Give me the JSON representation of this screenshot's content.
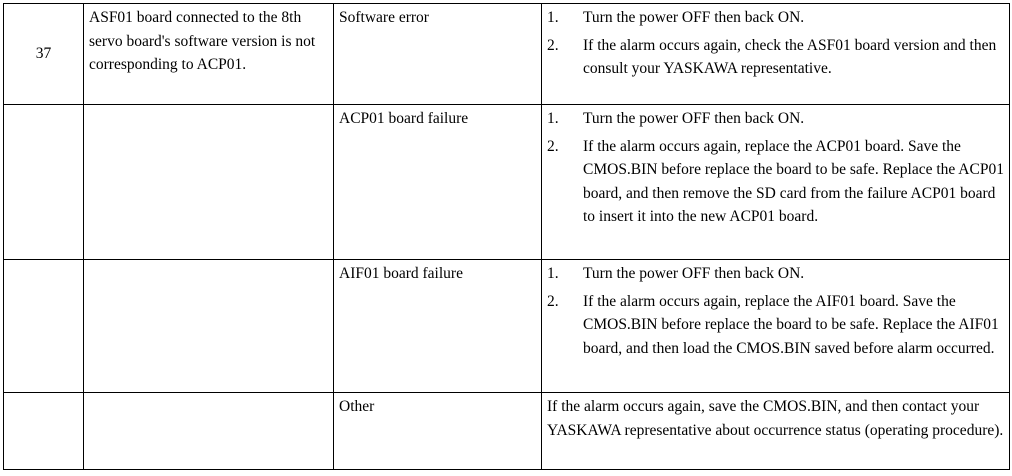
{
  "rows": [
    {
      "number": "37",
      "condition": "ASF01 board connected to the 8th servo board's software version is not corresponding to ACP01.",
      "cause": "Software error",
      "steps": [
        {
          "n": "1.",
          "text": "Turn the power OFF then back ON."
        },
        {
          "n": "2.",
          "text": "If the alarm occurs again, check the ASF01 board version and then consult your YASKAWA representative."
        }
      ]
    },
    {
      "number": "",
      "condition": "",
      "cause": "ACP01 board failure",
      "steps": [
        {
          "n": "1.",
          "text": "Turn the power OFF then back ON."
        },
        {
          "n": "2.",
          "text": "If the alarm occurs again, replace the ACP01 board. Save the CMOS.BIN before replace the board to be safe. Replace the ACP01 board, and then remove the SD card from the failure ACP01 board to insert it into the new ACP01 board."
        }
      ]
    },
    {
      "number": "",
      "condition": "",
      "cause": "AIF01 board failure",
      "steps": [
        {
          "n": "1.",
          "text": "Turn the power OFF then back ON."
        },
        {
          "n": "2.",
          "text": "If the alarm occurs again, replace the AIF01 board. Save the CMOS.BIN before replace the board to be safe. Replace the AIF01 board, and then load the CMOS.BIN saved before alarm occurred."
        }
      ]
    },
    {
      "number": "",
      "condition": "",
      "cause": "Other",
      "remedy": "If the alarm occurs again, save the CMOS.BIN, and then contact your YASKAWA representative about occurrence status (operating procedure)."
    }
  ]
}
